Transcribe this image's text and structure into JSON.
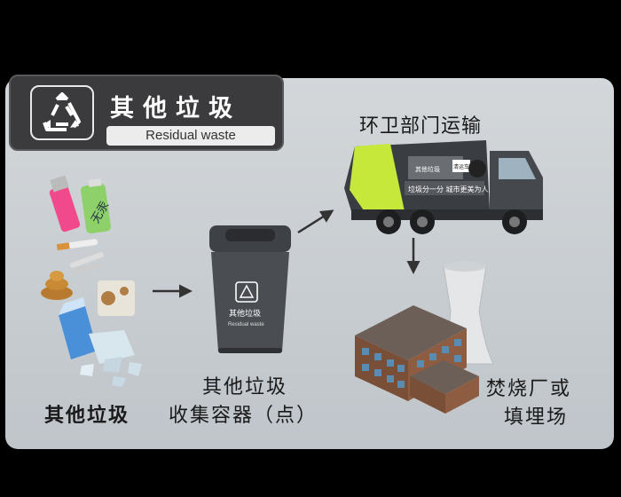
{
  "header": {
    "title": "其他垃圾",
    "subtitle": "Residual waste",
    "icon": "recycle-triangle-icon"
  },
  "labels": {
    "transport": "环卫部门运输",
    "waste_items": "其他垃圾",
    "bin_line1": "其他垃圾",
    "bin_line2": "收集容器（点）",
    "plant_line1": "焚烧厂或",
    "plant_line2": "填埋场"
  },
  "bin": {
    "label_cn": "其他垃圾",
    "label_en": "Residual waste"
  },
  "truck": {
    "side_text": "垃圾分一分 城市更美为人人",
    "panel_text_1": "其他垃圾",
    "panel_text_2": "清运车"
  },
  "battery_text": "无汞",
  "colors": {
    "background": "#000000",
    "panel": "#c8cdd1",
    "header_bg": "#3b3b3d",
    "truck_accent": "#c6e83a",
    "bin": "#4a4d52"
  }
}
